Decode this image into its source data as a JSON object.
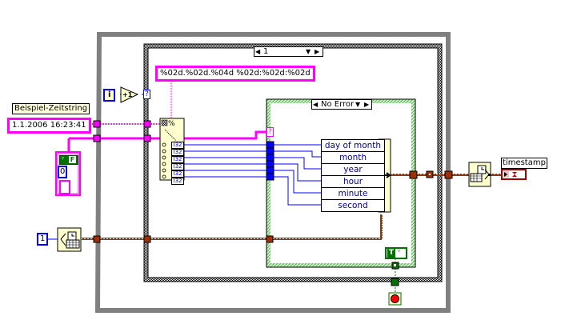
{
  "diagram": {
    "control_label": "Beispiel-Zeitstring",
    "time_string_value": "1.1.2006 16:23:41",
    "format_string": "%02d.%02d.%04d %02d:%02d:%02d",
    "iteration_terminal": "i",
    "increment_node": "+1",
    "unknown_terminal": "?",
    "case_selector_outer": "1",
    "case_selector_inner": "No Error",
    "cluster_constant_bool": "F",
    "cluster_constant_num": "0",
    "time_source_constant": "1",
    "stop_bool_constant": "T",
    "scan_types": [
      "I32",
      "I32",
      "I32",
      "I32",
      "I32",
      "I32"
    ],
    "bundle_fields": [
      "day of month",
      "month",
      "year",
      "hour",
      "minute",
      "second"
    ],
    "indicator_label": "timestamp"
  },
  "colors": {
    "string_wire": "#ff00ff",
    "int_wire": "#0000ff",
    "cluster_wire": "#8b3a10",
    "bool_wire": "#007000",
    "while_loop_frame": "#808080",
    "case_frame_green": "#a8e0a0",
    "node_bg": "#ffffd0"
  }
}
